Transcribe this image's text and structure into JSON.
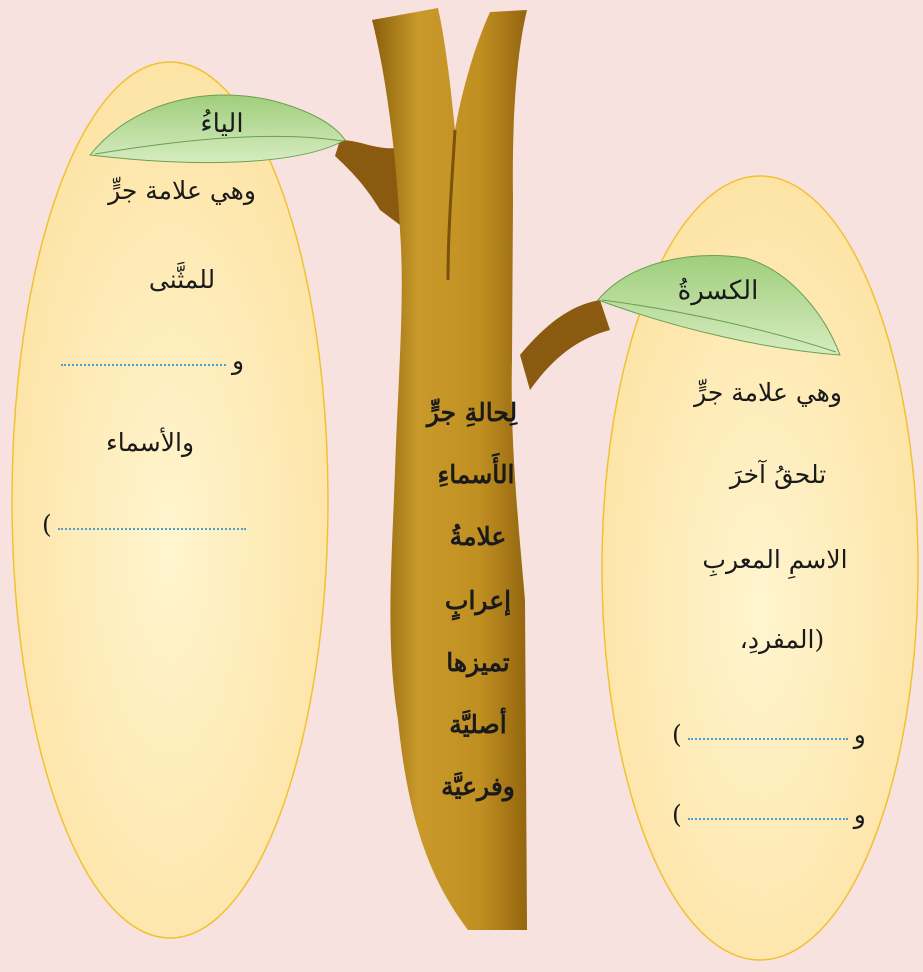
{
  "colors": {
    "background": "#f8e2e0",
    "ellipse_fill": "#fde7b0",
    "ellipse_stroke": "#f0c232",
    "trunk": "#b88a1c",
    "leaf": "#b9dc97",
    "blank_dots": "#4aa0d0"
  },
  "trunk": {
    "lines": [
      "لِحالةِ جرٍّ",
      "الأَسماءِ",
      "علامةُ",
      "إعرابٍ",
      "تميزها",
      "أصليَّة",
      "وفرعيَّة"
    ]
  },
  "left_branch": {
    "leaf_label": "الياءُ",
    "line1": "وهي علامة جرٍّ",
    "line2": "للمثَّنى",
    "blank1_prefix": "و",
    "line3": "والأسماء",
    "blank2_suffix": ")"
  },
  "right_branch": {
    "leaf_label": "الكسرةُ",
    "line1": "وهي علامة جرٍّ",
    "line2": "تلحقُ آخرَ",
    "line3": "الاسمِ المعربِ",
    "line4": "(المفردِ،",
    "blank1_prefix": "و",
    "blank1_suffix": ")",
    "blank2_prefix": "و",
    "blank2_suffix": ")"
  }
}
